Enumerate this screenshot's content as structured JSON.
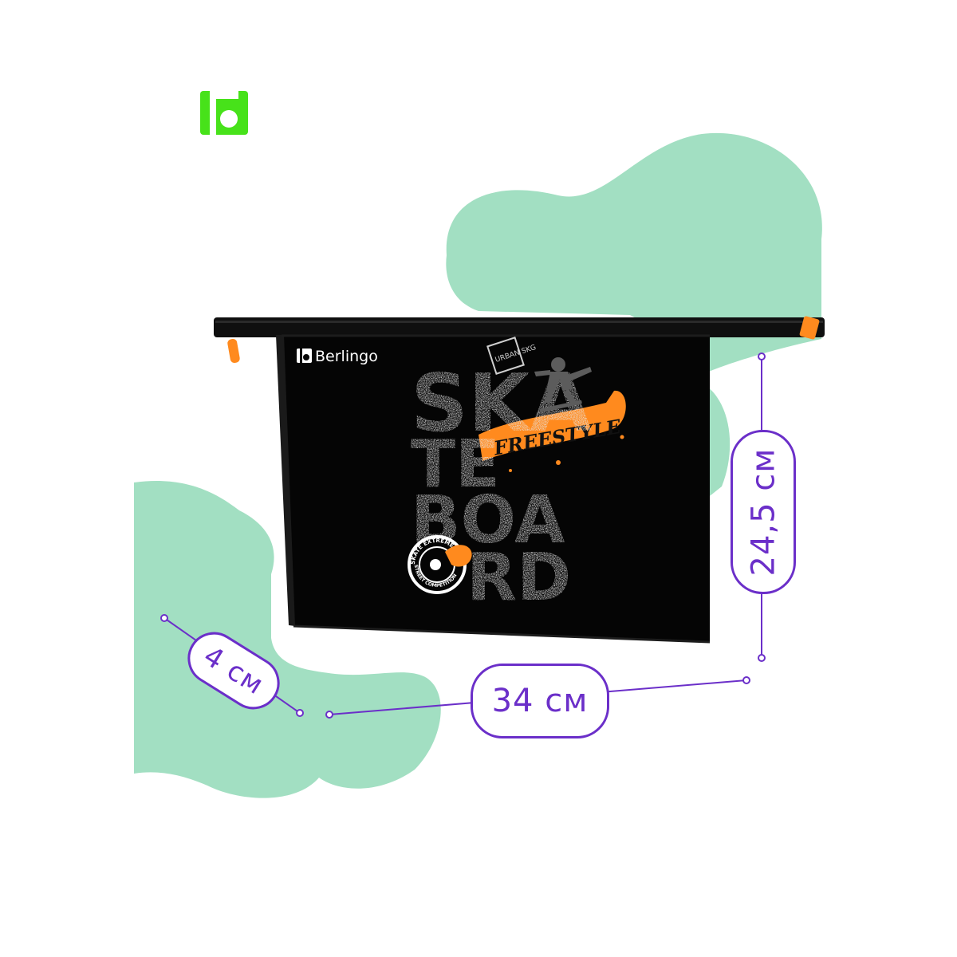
{
  "product": {
    "brand": "Berlingo",
    "print_words": [
      "SKA",
      "TE",
      "BOA",
      "RD"
    ],
    "graffiti_tag": "FREESTYLE",
    "small_badge_text": "URBAN SKG",
    "circle_badge_top": "SKATE EXTREME",
    "circle_badge_bottom": "STREET COMPETITION"
  },
  "dimensions": {
    "width": "34 см",
    "height": "24,5 см",
    "depth": "4 см"
  },
  "colors": {
    "logo_green": "#47e21a",
    "blob_mint": "#a2dfc2",
    "folder_black": "#050505",
    "accent_orange": "#ff8a1e",
    "dimension_purple": "#6b2fc9"
  }
}
